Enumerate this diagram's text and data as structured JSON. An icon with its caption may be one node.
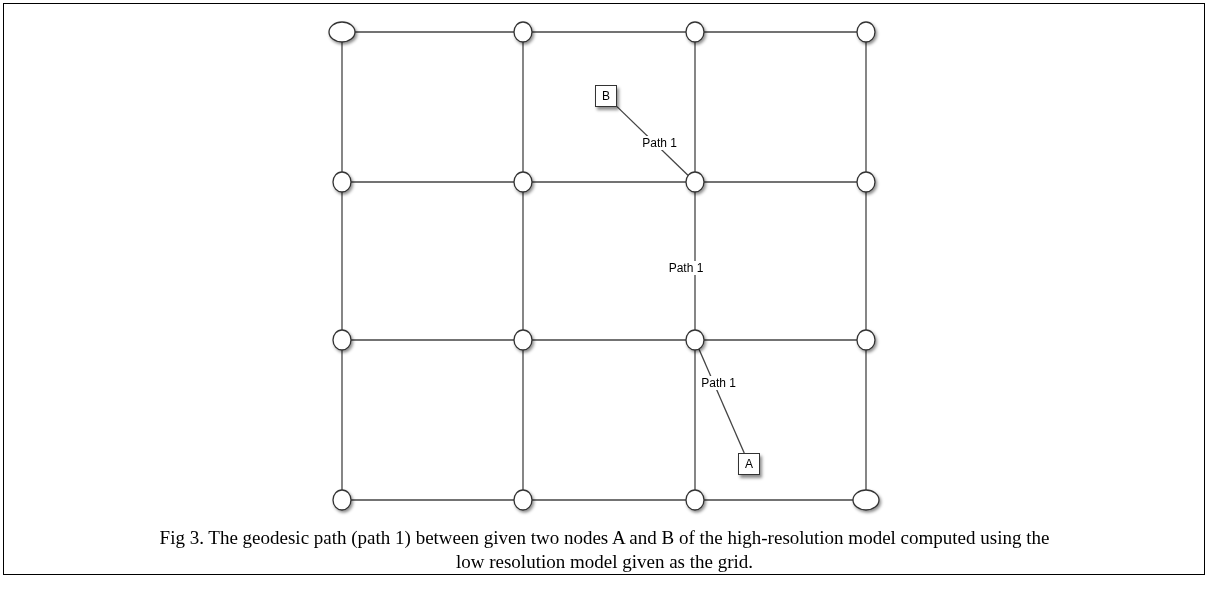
{
  "diagram": {
    "caption": "Fig 3. The geodesic path (path 1) between given two nodes A and B of the high-resolution model computed using the low resolution model given as the grid.",
    "nodes": [
      {
        "text": [],
        "shape": "circle"
      },
      {
        "text": [],
        "shape": "circle"
      },
      {
        "text": [],
        "shape": "circle"
      },
      {
        "text": [],
        "shape": "circle"
      },
      {
        "text": [],
        "shape": "circle"
      },
      {
        "text": [],
        "shape": "circle"
      },
      {
        "text": [],
        "shape": "circle"
      },
      {
        "text": [],
        "shape": "circle"
      },
      {
        "text": [],
        "shape": "circle"
      },
      {
        "text": [],
        "shape": "circle"
      },
      {
        "text": [],
        "shape": "circle"
      },
      {
        "text": [],
        "shape": "circle"
      },
      {
        "text": [],
        "shape": "circle"
      },
      {
        "text": [],
        "shape": "circle"
      },
      {
        "text": [],
        "shape": "circle"
      },
      {
        "text": [],
        "shape": "circle"
      },
      {
        "text": [
          "B"
        ]
      },
      {
        "text": [
          "A"
        ]
      }
    ],
    "edges": [
      {
        "from": 0,
        "to": 1,
        "arrow": "none"
      },
      {
        "from": 1,
        "to": 2,
        "arrow": "none"
      },
      {
        "from": 2,
        "to": 3,
        "arrow": "none"
      },
      {
        "from": 4,
        "to": 5,
        "arrow": "none"
      },
      {
        "from": 5,
        "to": 6,
        "arrow": "none"
      },
      {
        "from": 6,
        "to": 7,
        "arrow": "none"
      },
      {
        "from": 8,
        "to": 9,
        "arrow": "none"
      },
      {
        "from": 9,
        "to": 10,
        "arrow": "none"
      },
      {
        "from": 10,
        "to": 11,
        "arrow": "none"
      },
      {
        "from": 12,
        "to": 13,
        "arrow": "none"
      },
      {
        "from": 13,
        "to": 14,
        "arrow": "none"
      },
      {
        "from": 14,
        "to": 15,
        "arrow": "none"
      },
      {
        "from": 0,
        "to": 4,
        "arrow": "none"
      },
      {
        "from": 1,
        "to": 5,
        "arrow": "none"
      },
      {
        "from": 2,
        "to": 6,
        "arrow": "none"
      },
      {
        "from": 3,
        "to": 7,
        "arrow": "none"
      },
      {
        "from": 4,
        "to": 8,
        "arrow": "none"
      },
      {
        "from": 5,
        "to": 9,
        "arrow": "none"
      },
      {
        "from": 6,
        "to": 10,
        "arrow": "none",
        "label": "Path 1"
      },
      {
        "from": 7,
        "to": 11,
        "arrow": "none"
      },
      {
        "from": 8,
        "to": 12,
        "arrow": "none"
      },
      {
        "from": 9,
        "to": 13,
        "arrow": "none"
      },
      {
        "from": 10,
        "to": 14,
        "arrow": "none"
      },
      {
        "from": 11,
        "to": 15,
        "arrow": "none"
      },
      {
        "from": 16,
        "to": 6,
        "arrow": "none",
        "label": "Path 1"
      },
      {
        "from": 10,
        "to": 17,
        "arrow": "none",
        "label": "Path 1"
      }
    ]
  }
}
